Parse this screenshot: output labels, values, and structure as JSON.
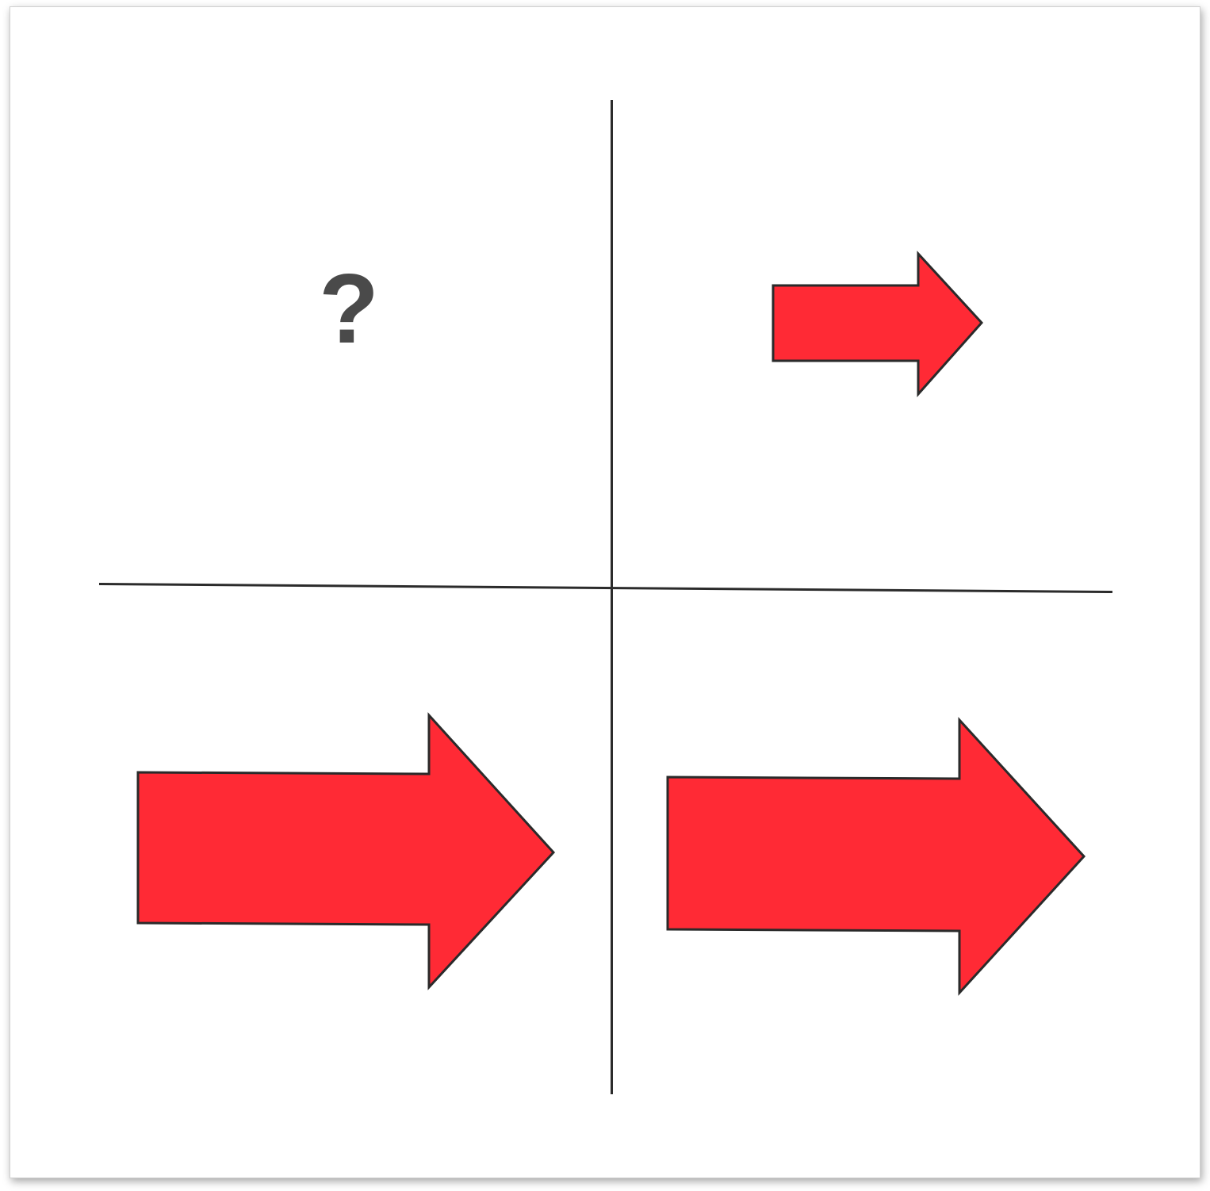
{
  "puzzle": {
    "missing_symbol": "?",
    "arrow_fill": "#ff2a35",
    "arrow_stroke": "#2a2a2a",
    "divider_color": "#2b2b2b",
    "cells": [
      {
        "position": "top-left",
        "content": "question-mark"
      },
      {
        "position": "top-right",
        "content": "small-right-arrow"
      },
      {
        "position": "bottom-left",
        "content": "large-right-arrow"
      },
      {
        "position": "bottom-right",
        "content": "large-right-arrow"
      }
    ]
  }
}
